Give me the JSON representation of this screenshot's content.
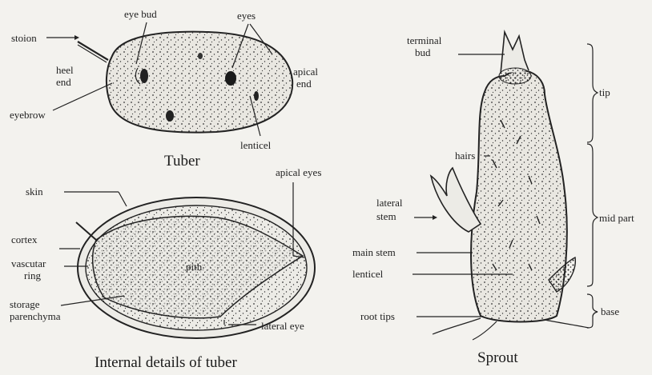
{
  "tuber": {
    "caption": "Tuber",
    "labels": {
      "stolon": "stoion",
      "eye_bud": "eye bud",
      "eyes": "eyes",
      "heel_end_1": "heel",
      "heel_end_2": "end",
      "apical_end_1": "apical",
      "apical_end_2": "end",
      "eyebrow": "eyebrow",
      "lenticel": "lenticel"
    }
  },
  "internal": {
    "caption": "Internal details of tuber",
    "labels": {
      "skin": "skin",
      "apical_eyes": "apical eyes",
      "cortex": "cortex",
      "vascular_ring_1": "vascutar",
      "vascular_ring_2": "ring",
      "pith": "pith",
      "storage_1": "storage",
      "storage_2": "parenchyma",
      "lateral_eye": "lateral eye"
    }
  },
  "sprout": {
    "caption": "Sprout",
    "labels": {
      "terminal_bud_1": "terminal",
      "terminal_bud_2": "bud",
      "tip": "tip",
      "hairs": "hairs",
      "lateral_stem_1": "lateral",
      "lateral_stem_2": "stem",
      "mid_part": "mid part",
      "main_stem": "main stem",
      "lenticel": "lenticel",
      "root_tips": "root tips",
      "base": "base"
    }
  }
}
